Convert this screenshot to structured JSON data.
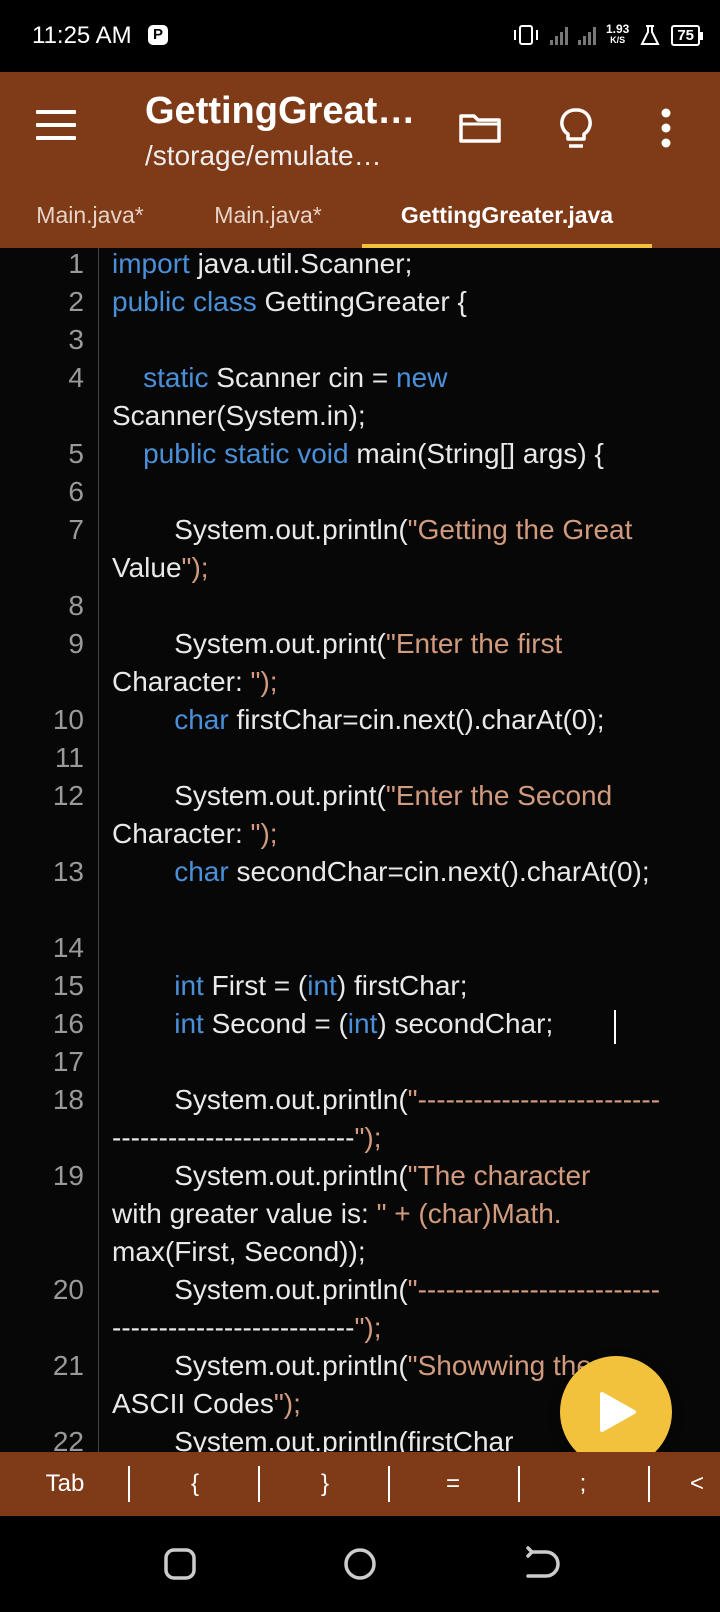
{
  "status_bar": {
    "time": "11:25 AM",
    "app_badge": "P",
    "net_speed_value": "1.93",
    "net_speed_unit": "K/S",
    "battery": "75"
  },
  "app_bar": {
    "title": "GettingGreat…",
    "subtitle": "/storage/emulate…",
    "icons": [
      "menu-icon",
      "folder-icon",
      "lightbulb-icon",
      "more-vert-icon"
    ]
  },
  "tabs": [
    {
      "label": "Main.java*",
      "active": false
    },
    {
      "label": "Main.java*",
      "active": false
    },
    {
      "label": "GettingGreater.java",
      "active": true
    }
  ],
  "editor": {
    "line_numbers": [
      "1",
      "2",
      "3",
      "4",
      "5",
      "6",
      "7",
      "8",
      "9",
      "10",
      "11",
      "12",
      "13",
      "14",
      "15",
      "16",
      "17",
      "18",
      "19",
      "20",
      "21",
      "22"
    ],
    "code_lines": [
      "import java.util.Scanner;",
      "public class GettingGreater {",
      "",
      "    static Scanner cin = new",
      "Scanner(System.in);",
      "    public static void main(String[] args) {",
      "",
      "        System.out.println(\"Getting the Great",
      "Value\");",
      "",
      "        System.out.print(\"Enter the first",
      "Character: \");",
      "        char firstChar=cin.next().charAt(0);",
      "",
      "        System.out.print(\"Enter the Second",
      "Character: \");",
      "        char secondChar=cin.next().charAt(0);",
      "",
      "        int First = (int) firstChar;",
      "        int Second = (int) secondChar;",
      "",
      "        System.out.println(\"--------------------------",
      "--------------------------\");",
      "        System.out.println(\"The character",
      "with greater value is: \" + (char)Math.",
      "max(First, Second));",
      "        System.out.println(\"--------------------------",
      "--------------------------\");",
      "        System.out.println(\"Showwing the",
      "ASCII Codes\");",
      "        System.out.println(firstChar"
    ]
  },
  "run_button": {
    "icon": "play-icon"
  },
  "symbol_bar": {
    "keys": [
      "Tab",
      "{",
      "}",
      "=",
      ";",
      "<"
    ]
  },
  "nav_bar": {
    "icons": [
      "recent-apps-icon",
      "home-icon",
      "back-icon"
    ]
  },
  "colors": {
    "app_bar": "#7f3a17",
    "accent": "#f2c23d",
    "keyword": "#4a90d9",
    "string": "#d29b7e",
    "editor_bg": "#070707"
  }
}
